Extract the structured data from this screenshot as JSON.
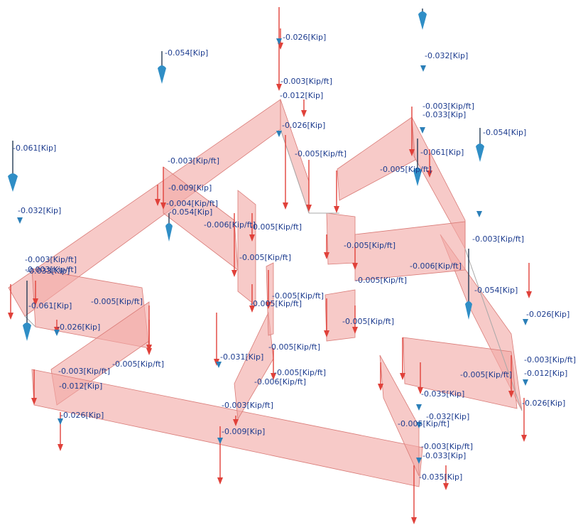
{
  "diagram": {
    "load_labels": [
      "-0.026[Kip]",
      "-0.054[Kip]",
      "-0.032[Kip]",
      "-0.003[Kip/ft]",
      "-0.012[Kip]",
      "-0.003[Kip/ft]",
      "-0.033[Kip]",
      "-0.026[Kip]",
      "-0.054[Kip]",
      "-0.061[Kip]",
      "-0.061[Kip]",
      "-0.005[Kip/ft]",
      "-0.005[Kip/ft]",
      "-0.003[Kip/ft]",
      "-0.032[Kip]",
      "-0.009[Kip]",
      "-0.004[Kip/ft]",
      "-0.054[Kip]",
      "-0.006[Kip/ft]",
      "-0.005[Kip/ft]",
      "-0.003[Kip/ft]",
      "-0.005[Kip/ft]",
      "-0.005[Kip/ft]",
      "-0.003[Kip/ft]",
      "-0.033[Kip]",
      "-0.006[Kip/ft]",
      "-0.003[Kip/ft]",
      "-0.005[Kip/ft]",
      "-0.054[Kip]",
      "-0.061[Kip]",
      "-0.005[Kip/ft]",
      "-0.005[Kip/ft]",
      "-0.026[Kip]",
      "-0.005[Kip/ft]",
      "-0.005[Kip/ft]",
      "-0.026[Kip]",
      "-0.031[Kip]",
      "-0.005[Kip/ft]",
      "-0.003[Kip/ft]",
      "-0.005[Kip/ft]",
      "-0.005[Kip/ft]",
      "-0.012[Kip]",
      "-0.006[Kip/ft]",
      "-0.012[Kip]",
      "-0.003[Kip/ft]",
      "-0.005[Kip/ft]",
      "-0.035[Kip]",
      "-0.026[Kip]",
      "-0.026[Kip]",
      "-0.003[Kip/ft]",
      "-0.032[Kip]",
      "-0.009[Kip]",
      "-0.005[Kip/ft]",
      "-0.003[Kip/ft]",
      "-0.033[Kip]",
      "-0.035[Kip]"
    ]
  }
}
